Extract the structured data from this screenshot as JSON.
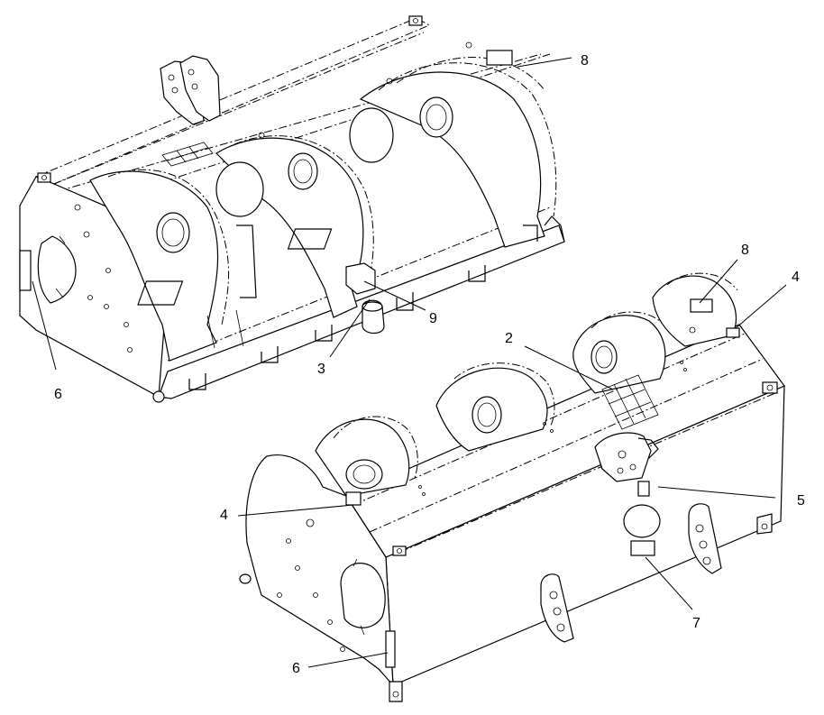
{
  "callouts": {
    "top_8": "8",
    "top_9": "9",
    "top_3": "3",
    "top_6": "6",
    "bottom_8": "8",
    "bottom_4_right": "4",
    "bottom_2": "2",
    "bottom_5": "5",
    "bottom_4_left": "4",
    "bottom_7": "7",
    "bottom_6": "6"
  }
}
